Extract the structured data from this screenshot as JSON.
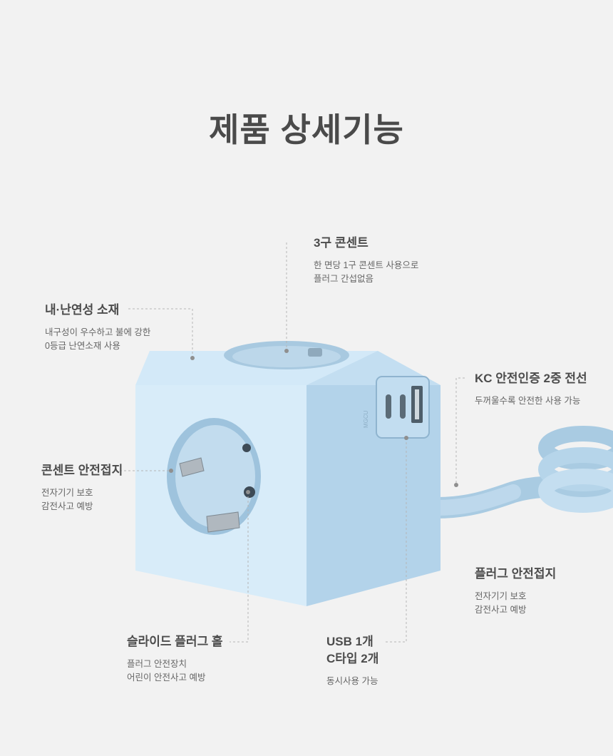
{
  "title": "제품 상세기능",
  "callouts": {
    "outlets": {
      "title": "3구 콘센트",
      "lines": [
        "한 면당 1구 콘센트 사용으로",
        "플러그 간섭없음"
      ]
    },
    "material": {
      "title": "내·난연성 소재",
      "lines": [
        "내구성이 우수하고 불에 강한",
        "0등급 난연소재 사용"
      ]
    },
    "kc": {
      "title": "KC 안전인증 2중 전선",
      "lines": [
        "두꺼울수록 안전한 사용 가능"
      ]
    },
    "grounding": {
      "title": "콘센트 안전접지",
      "lines": [
        "전자기기 보호",
        "감전사고 예방"
      ]
    },
    "plug_ground": {
      "title": "플러그 안전접지",
      "lines": [
        "전자기기 보호",
        "감전사고 예방"
      ]
    },
    "slide": {
      "title": "슬라이드 플러그 홀",
      "lines": [
        "플러그 안전장치",
        "어린이 안전사고 예방"
      ]
    },
    "usb": {
      "title_lines": [
        "USB 1개",
        "C타입 2개"
      ],
      "lines": [
        "동시사용 가능"
      ]
    }
  },
  "product": {
    "side_print": "MGCU"
  },
  "colors": {
    "body": "#cde6f7",
    "body_dark": "#a9cde6",
    "leader": "#b5b5b5",
    "dot": "#8f8f8f"
  }
}
